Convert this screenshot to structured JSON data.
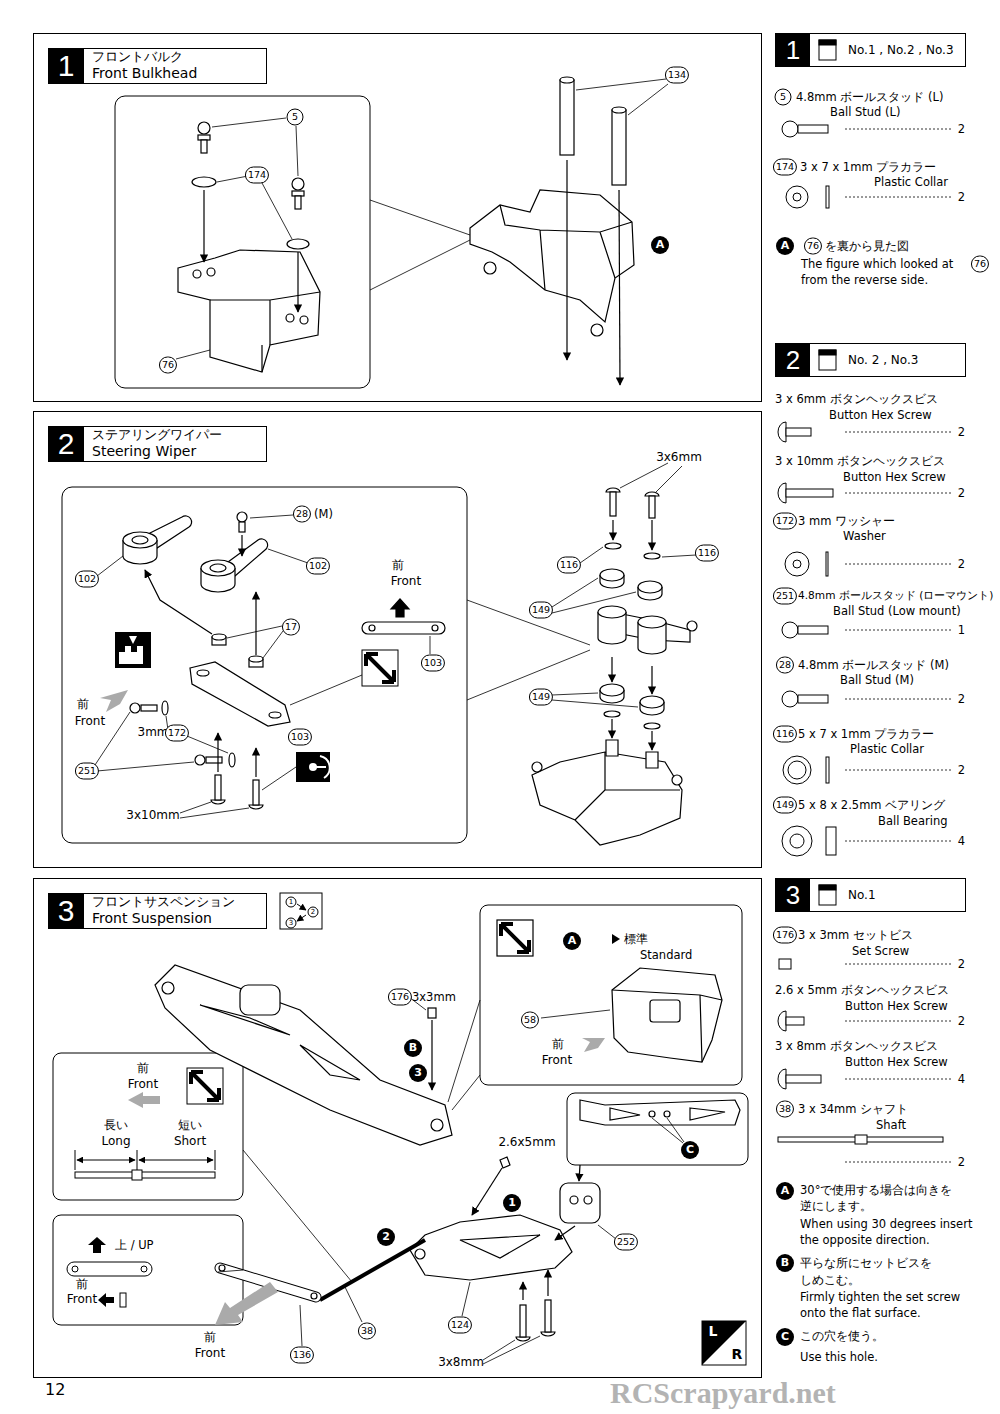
{
  "diagram": {
    "nodes": [
      {
        "text": [
          "1",
          "フロントバルク Front Bulkhead"
        ]
      },
      {
        "text": [
          "1",
          "No.1 , No.2 , No.3"
        ]
      },
      {
        "text": [
          "2",
          "ステアリングワイパー Steering Wiper"
        ]
      },
      {
        "text": [
          "2",
          "No. 2 , No.3"
        ]
      },
      {
        "text": [
          "3",
          "フロントサスペンション Front Suspension"
        ]
      },
      {
        "text": [
          "3",
          "No.1"
        ]
      }
    ],
    "labels": [
      "5",
      "174",
      "76",
      "134",
      "A",
      "5",
      "4.8mm ボールスタッド (L)",
      "Ball Stud (L)",
      "2",
      "174",
      "3 x 7 x 1mm プラカラー",
      "Plastic Collar",
      "2",
      "A",
      "76",
      "を裏から見た図",
      "The figure which looked at",
      "76",
      "from the reverse side.",
      "28",
      "(M)",
      "102",
      "102",
      "17",
      "前",
      "Front",
      "103",
      "前",
      "Front",
      "3mm",
      "172",
      "251",
      "103",
      "3x10mm",
      "3x6mm",
      "116",
      "116",
      "149",
      "149",
      "3 x 6mm ボタンヘックスビス",
      "Button Hex Screw",
      "2",
      "3 x 10mm ボタンヘックスビス",
      "Button Hex Screw",
      "2",
      "172",
      "3 mm ワッシャー",
      "Washer",
      "2",
      "251",
      "4.8mm ボールスタッド (ローマウント)",
      "Ball Stud (Low mount)",
      "1",
      "28",
      "4.8mm ボールスタッド (M)",
      "Ball Stud (M)",
      "2",
      "116",
      "5 x 7 x 1mm プラカラー",
      "Plastic Collar",
      "2",
      "149",
      "5 x 8 x 2.5mm ベアリング",
      "Ball Bearing",
      "4",
      "176",
      "3x3mm",
      "B",
      "3",
      "A",
      "標準",
      "Standard",
      "58",
      "前",
      "Front",
      "前",
      "Front",
      "長い",
      "Long",
      "短い",
      "Short",
      "2.6x5mm",
      "1",
      "C",
      "252",
      "2",
      "上 / UP",
      "前",
      "Front",
      "前",
      "Front",
      "124",
      "136",
      "38",
      "3x8mm",
      "L",
      "R",
      "176",
      "3 x 3mm セットビス",
      "Set Screw",
      "2",
      "2.6 x 5mm ボタンヘックスビス",
      "Button Hex Screw",
      "2",
      "3 x 8mm ボタンヘックスビス",
      "Button Hex Screw",
      "4",
      "38",
      "3 x 34mm シャフト",
      "Shaft",
      "2",
      "A",
      "30°で使用する場合は向きを",
      "逆にします。",
      "When using 30 degrees insert",
      "the opposite direction.",
      "B",
      "平らな所にセットビスを",
      "しめこむ。",
      "Firmly tighten the set screw",
      "onto the flat surface.",
      "C",
      "この穴を使う。",
      "Use this hole.",
      "12",
      "RCScrapyard.net",
      "1",
      "2",
      "3"
    ]
  }
}
